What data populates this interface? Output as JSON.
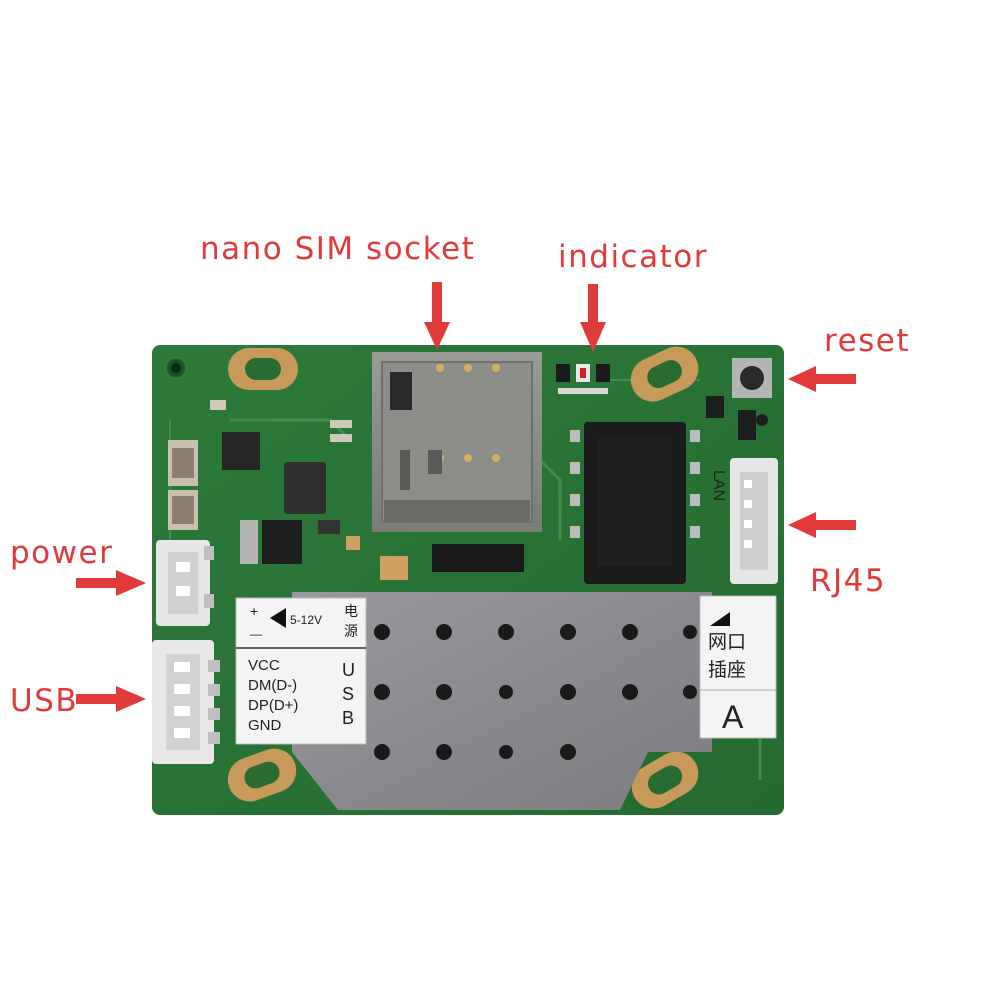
{
  "callouts": {
    "nano_sim": "nano SIM socket",
    "indicator": "indicator",
    "reset": "reset",
    "power": "power",
    "usb": "USB",
    "rj45": "RJ45"
  },
  "labels": {
    "power_plus": "+",
    "power_minus": "—",
    "power_voltage": "5-12V",
    "power_cn_1": "电",
    "power_cn_2": "源",
    "usb_vcc": "VCC",
    "usb_dm": "DM(D-)",
    "usb_dp": "DP(D+)",
    "usb_gnd": "GND",
    "usb_u": "U",
    "usb_s": "S",
    "usb_b": "B",
    "net_cn_1": "网口",
    "net_cn_2": "插座",
    "net_a": "A",
    "lan": "LAN"
  },
  "colors": {
    "pcb_green": "#2f7a3c",
    "callout_red": "#e03a3a",
    "shield_gray": "#8f8f93",
    "label_white": "#f4f4f4",
    "gold_pad": "#c89a5a"
  }
}
